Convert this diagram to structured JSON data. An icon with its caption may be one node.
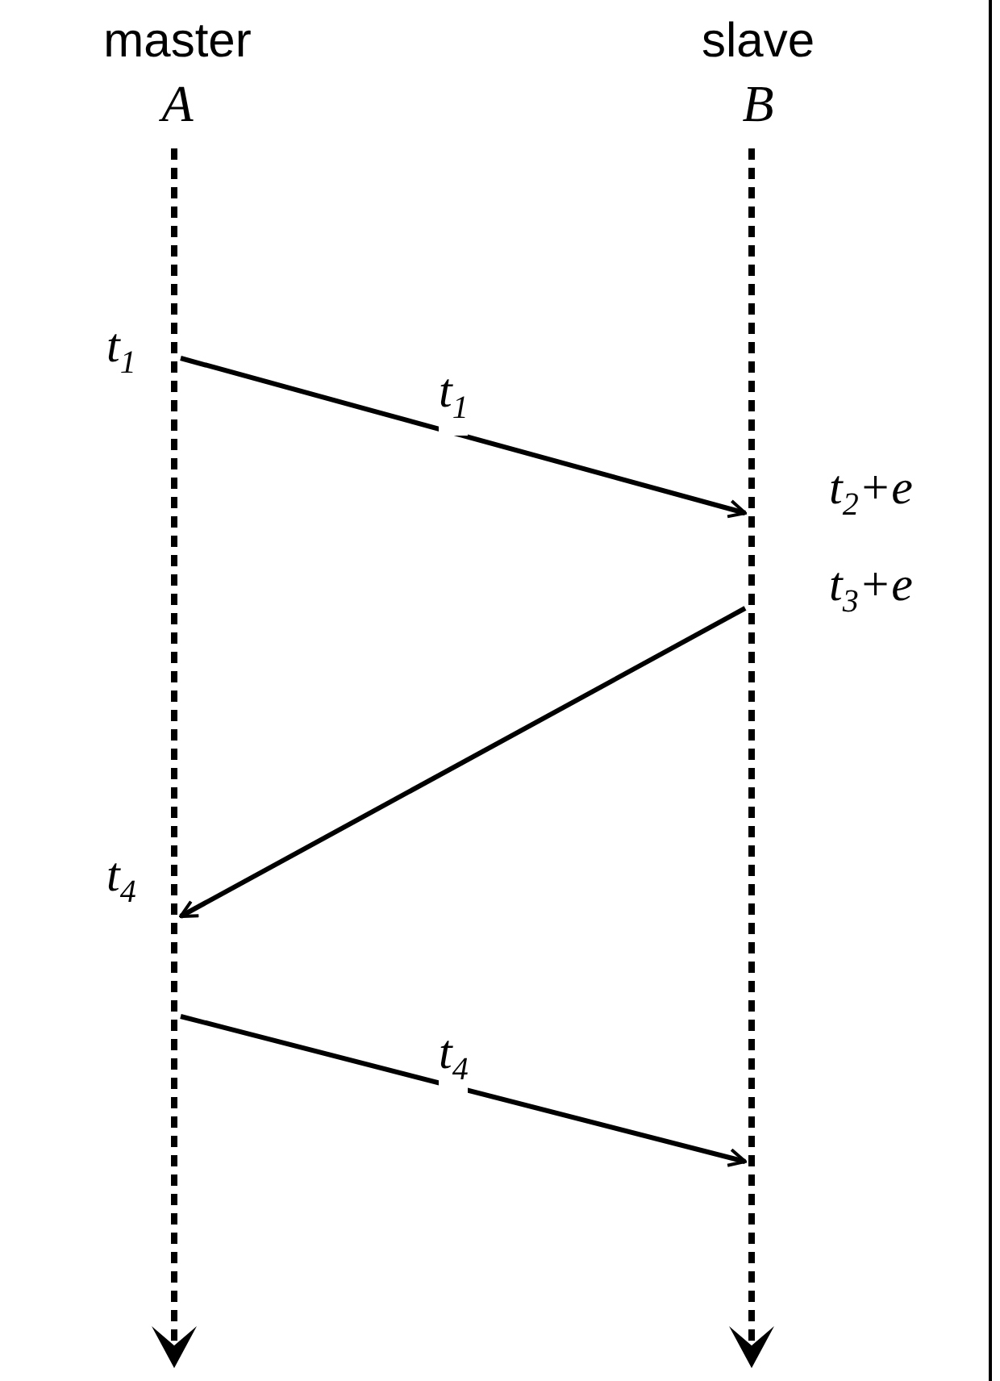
{
  "diagram": {
    "nodes": [
      {
        "text": [
          "master",
          "A"
        ]
      },
      {
        "text": [
          "slave",
          "B"
        ]
      },
      {
        "text": [],
        "shape": "bar",
        "beside": [
          "t$_{1}$",
          "t$_{4}$"
        ]
      },
      {
        "text": [],
        "shape": "bar",
        "beside": [
          "t$_{2}$+e",
          "t$_{3}$+e"
        ]
      }
    ],
    "edges": [
      {
        "from": 2,
        "to": 3,
        "arrow": "to",
        "label": "t$_{1}$"
      },
      {
        "from": 3,
        "to": 2,
        "arrow": "to"
      },
      {
        "from": 2,
        "to": 3,
        "arrow": "to",
        "label": "t$_{4}$"
      }
    ]
  }
}
